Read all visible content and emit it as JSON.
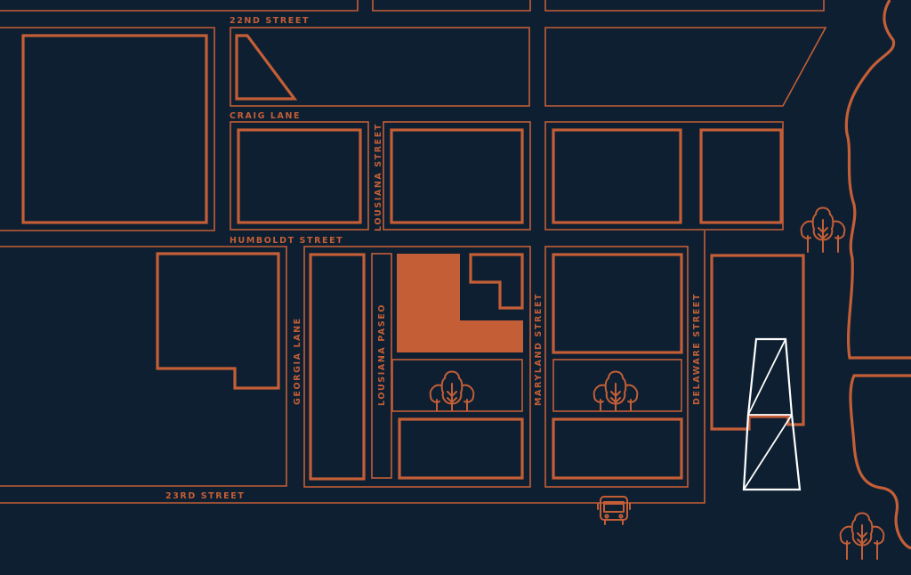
{
  "colors": {
    "background": "#0d1f30",
    "outline": "#c45e37",
    "highlight": "#c45e37",
    "building_outline": "#ffffff"
  },
  "streets": {
    "street_22nd": "22ND STREET",
    "craig_lane": "CRAIG LANE",
    "humboldt_street": "HUMBOLDT STREET",
    "street_23rd": "23RD STREET",
    "lousiana_street": "LOUSIANA STREET",
    "georgia_lane": "GEORGIA LANE",
    "lousiana_paseo": "LOUSIANA PASEO",
    "maryland_street": "MARYLAND STREET",
    "delaware_street": "DELAWARE STREET"
  },
  "icons": {
    "park": "tree-cluster-icon",
    "transit": "bus-icon",
    "landmark": "tower-building-icon"
  }
}
